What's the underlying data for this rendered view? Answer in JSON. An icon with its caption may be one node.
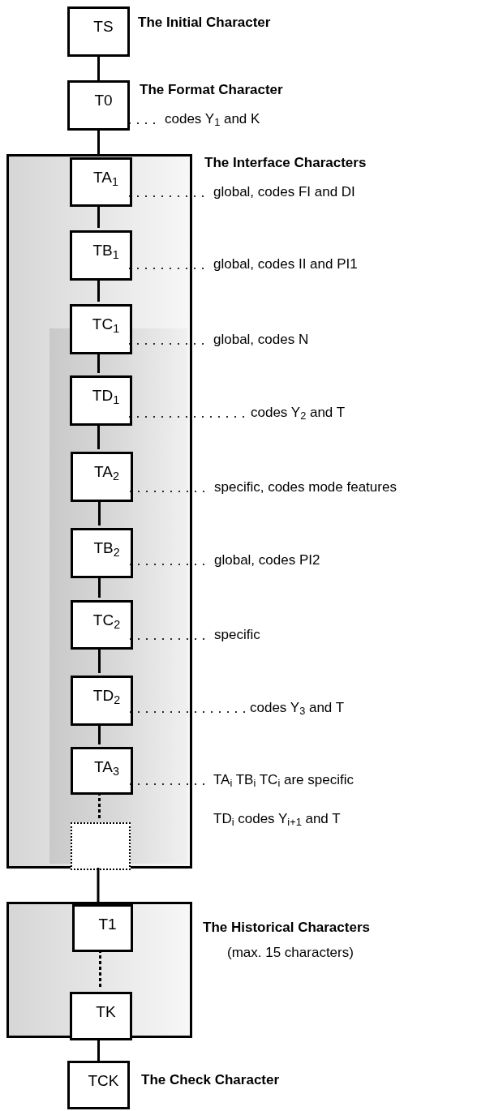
{
  "diagram": {
    "nodes": [
      {
        "text": [
          "TS"
        ],
        "beside": [
          "The Initial Character"
        ]
      },
      {
        "text": [
          "T0"
        ],
        "beside": [
          "The Format Character"
        ]
      },
      {
        "text": [
          "codes Y$_{1}$ and K"
        ]
      },
      {
        "text": [
          "The Interface Characters"
        ]
      },
      {
        "text": [
          "TA$_{1}$"
        ],
        "in": 3
      },
      {
        "text": [
          "global, codes FI and DI"
        ]
      },
      {
        "text": [
          "TB$_{1}$"
        ],
        "in": 3
      },
      {
        "text": [
          "global, codes II and PI1"
        ]
      },
      {
        "text": [
          "TC$_{1}$"
        ],
        "in": 3
      },
      {
        "text": [
          "global, codes N"
        ]
      },
      {
        "text": [
          "TD$_{1}$"
        ],
        "in": 3
      },
      {
        "text": [
          "codes Y$_{2}$ and T"
        ]
      },
      {
        "text": [
          "TA$_{2}$"
        ],
        "in": 3
      },
      {
        "text": [
          "specific, codes mode features"
        ]
      },
      {
        "text": [
          "TB$_{2}$"
        ],
        "in": 3
      },
      {
        "text": [
          "global, codes PI2"
        ]
      },
      {
        "text": [
          "TC$_{2}$"
        ],
        "in": 3
      },
      {
        "text": [
          "specific"
        ]
      },
      {
        "text": [
          "TD$_{2}$"
        ],
        "in": 3
      },
      {
        "text": [
          "codes Y$_{3}$ and T"
        ]
      },
      {
        "text": [
          "TA$_{3}$"
        ],
        "in": 3
      },
      {
        "text": [
          "TA$_{i}$ TB$_{i}$ TC$_{i}$ are specific",
          "TD$_{i}$ codes Y$_{i+1}$ and T"
        ]
      },
      {
        "text": [],
        "shape": "box",
        "in": 3
      },
      {
        "text": [
          "The Historical Characters",
          "(max. 15 characters)"
        ]
      },
      {
        "text": [
          "T1"
        ],
        "in": 23
      },
      {
        "text": [
          "TK"
        ],
        "in": 23
      },
      {
        "text": [
          "TCK"
        ],
        "beside": [
          "The Check Character"
        ]
      }
    ],
    "edges": [
      {
        "from": 0,
        "to": 1,
        "arrow": "none"
      },
      {
        "from": 1,
        "to": 4,
        "arrow": "none"
      },
      {
        "from": 4,
        "to": 6,
        "arrow": "none"
      },
      {
        "from": 6,
        "to": 8,
        "arrow": "none"
      },
      {
        "from": 8,
        "to": 10,
        "arrow": "none"
      },
      {
        "from": 10,
        "to": 12,
        "arrow": "none"
      },
      {
        "from": 12,
        "to": 14,
        "arrow": "none"
      },
      {
        "from": 14,
        "to": 16,
        "arrow": "none"
      },
      {
        "from": 16,
        "to": 18,
        "arrow": "none"
      },
      {
        "from": 18,
        "to": 20,
        "arrow": "none"
      },
      {
        "from": 20,
        "to": 22,
        "arrow": "none",
        "style": "dashed"
      },
      {
        "from": 22,
        "to": 24,
        "arrow": "none"
      },
      {
        "from": 24,
        "to": 25,
        "arrow": "none",
        "style": "dashed"
      },
      {
        "from": 25,
        "to": 26,
        "arrow": "none"
      },
      {
        "from": 1,
        "to": 2,
        "arrow": "none",
        "style": "dashed"
      },
      {
        "from": 4,
        "to": 5,
        "arrow": "none",
        "style": "dashed"
      },
      {
        "from": 6,
        "to": 7,
        "arrow": "none",
        "style": "dashed"
      },
      {
        "from": 8,
        "to": 9,
        "arrow": "none",
        "style": "dashed"
      },
      {
        "from": 10,
        "to": 11,
        "arrow": "none",
        "style": "dashed"
      },
      {
        "from": 12,
        "to": 13,
        "arrow": "none",
        "style": "dashed"
      },
      {
        "from": 14,
        "to": 15,
        "arrow": "none",
        "style": "dashed"
      },
      {
        "from": 16,
        "to": 17,
        "arrow": "none",
        "style": "dashed"
      },
      {
        "from": 18,
        "to": 19,
        "arrow": "none",
        "style": "dashed"
      },
      {
        "from": 20,
        "to": 21,
        "arrow": "none",
        "style": "dashed"
      }
    ]
  }
}
